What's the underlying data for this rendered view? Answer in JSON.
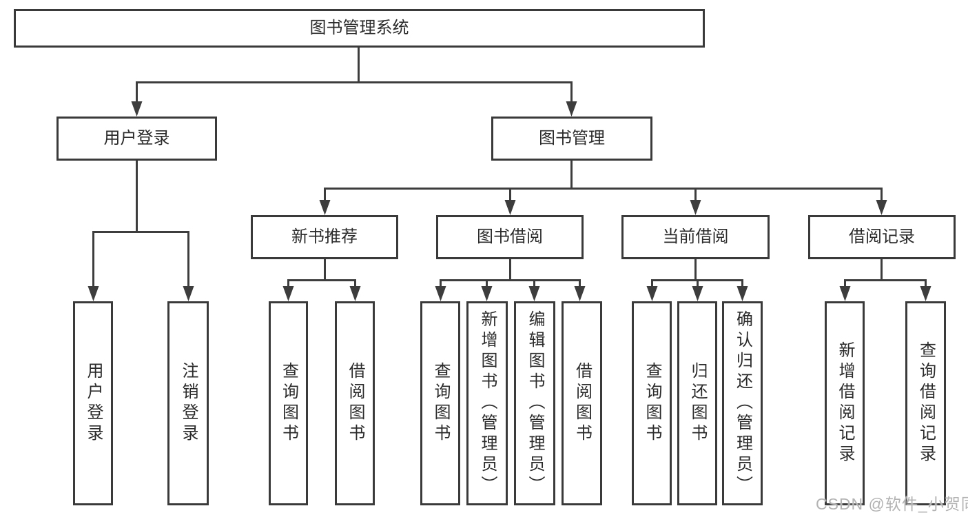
{
  "diagram": {
    "title": "图书管理系统",
    "level2": {
      "user_login": "用户登录",
      "book_management": "图书管理"
    },
    "level3": {
      "new_books": "新书推荐",
      "book_borrow": "图书借阅",
      "current_borrow": "当前借阅",
      "borrow_records": "借阅记录"
    },
    "leaves": {
      "user": [
        "用户登录",
        "注销登录"
      ],
      "new_books": [
        "查询图书",
        "借阅图书"
      ],
      "book_borrow": [
        "查询图书",
        "新增图书（管理员）",
        "编辑图书（管理员）",
        "借阅图书"
      ],
      "current_borrow": [
        "查询图书",
        "归还图书",
        "确认归还（管理员）"
      ],
      "borrow_records": [
        "新增借阅记录",
        "查询借阅记录"
      ]
    }
  },
  "watermark": "CSDN @软件_小贺同学",
  "colors": {
    "line": "#3d3d3d",
    "text": "#2b2b2b",
    "watermark": "#b3b3b3",
    "background": "#ffffff"
  }
}
